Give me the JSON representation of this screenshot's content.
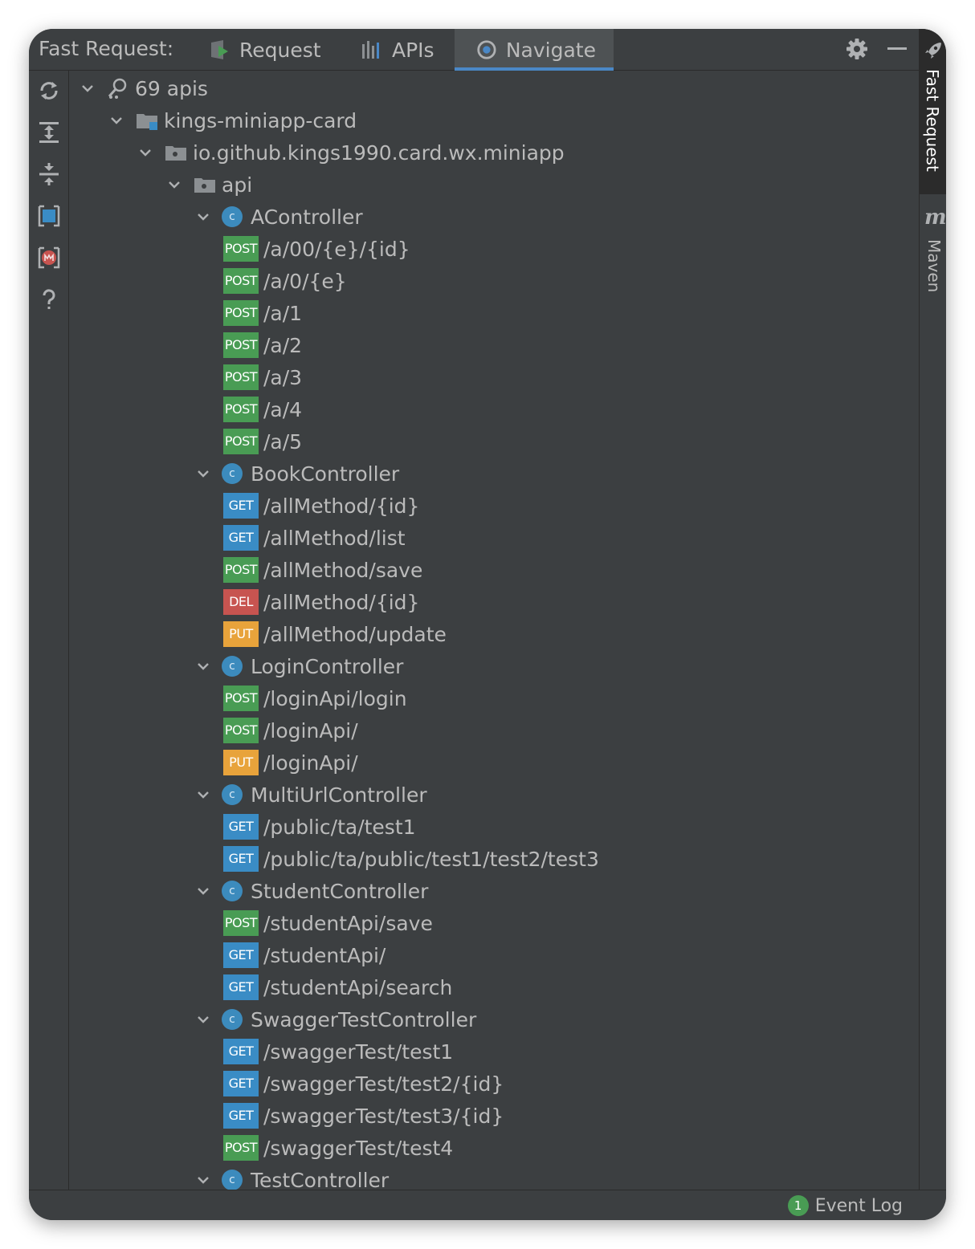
{
  "header": {
    "app_label": "Fast Request:",
    "tabs": [
      {
        "label": "Request",
        "icon": "request-icon"
      },
      {
        "label": "APIs",
        "icon": "apis-icon"
      },
      {
        "label": "Navigate",
        "icon": "navigate-icon",
        "active": true
      }
    ]
  },
  "colors": {
    "POST": "#499c54",
    "GET": "#3a8cc5",
    "DEL": "#c75450",
    "PUT": "#e8a33b",
    "accent": "#4a88c7",
    "background": "#3c3f41"
  },
  "toolbar": [
    "refresh-icon",
    "expand-all-icon",
    "collapse-all-icon",
    "select-module-icon",
    "maven-module-icon",
    "help-icon"
  ],
  "tree": {
    "root": "69 apis",
    "module": "kings-miniapp-card",
    "package": "io.github.kings1990.card.wx.miniapp",
    "subpackage": "api",
    "controllers": [
      {
        "name": "AController",
        "endpoints": [
          {
            "method": "POST",
            "path": "/a/00/{e}/{id}"
          },
          {
            "method": "POST",
            "path": "/a/0/{e}"
          },
          {
            "method": "POST",
            "path": "/a/1"
          },
          {
            "method": "POST",
            "path": "/a/2"
          },
          {
            "method": "POST",
            "path": "/a/3"
          },
          {
            "method": "POST",
            "path": "/a/4"
          },
          {
            "method": "POST",
            "path": "/a/5"
          }
        ]
      },
      {
        "name": "BookController",
        "endpoints": [
          {
            "method": "GET",
            "path": "/allMethod/{id}"
          },
          {
            "method": "GET",
            "path": "/allMethod/list"
          },
          {
            "method": "POST",
            "path": "/allMethod/save"
          },
          {
            "method": "DEL",
            "path": "/allMethod/{id}"
          },
          {
            "method": "PUT",
            "path": "/allMethod/update"
          }
        ]
      },
      {
        "name": "LoginController",
        "endpoints": [
          {
            "method": "POST",
            "path": "/loginApi/login"
          },
          {
            "method": "POST",
            "path": "/loginApi/"
          },
          {
            "method": "PUT",
            "path": "/loginApi/"
          }
        ]
      },
      {
        "name": "MultiUrlController",
        "endpoints": [
          {
            "method": "GET",
            "path": "/public/ta/test1"
          },
          {
            "method": "GET",
            "path": "/public/ta/public/test1/test2/test3"
          }
        ]
      },
      {
        "name": "StudentController",
        "endpoints": [
          {
            "method": "POST",
            "path": "/studentApi/save"
          },
          {
            "method": "GET",
            "path": "/studentApi/"
          },
          {
            "method": "GET",
            "path": "/studentApi/search"
          }
        ]
      },
      {
        "name": "SwaggerTestController",
        "endpoints": [
          {
            "method": "GET",
            "path": "/swaggerTest/test1"
          },
          {
            "method": "GET",
            "path": "/swaggerTest/test2/{id}"
          },
          {
            "method": "GET",
            "path": "/swaggerTest/test3/{id}"
          },
          {
            "method": "POST",
            "path": "/swaggerTest/test4"
          }
        ]
      },
      {
        "name": "TestController",
        "endpoints": []
      }
    ]
  },
  "right_strip": {
    "fast_request": "Fast Request",
    "maven_letter": "m",
    "maven": "Maven"
  },
  "status": {
    "event_count": "1",
    "event_log": "Event Log"
  }
}
